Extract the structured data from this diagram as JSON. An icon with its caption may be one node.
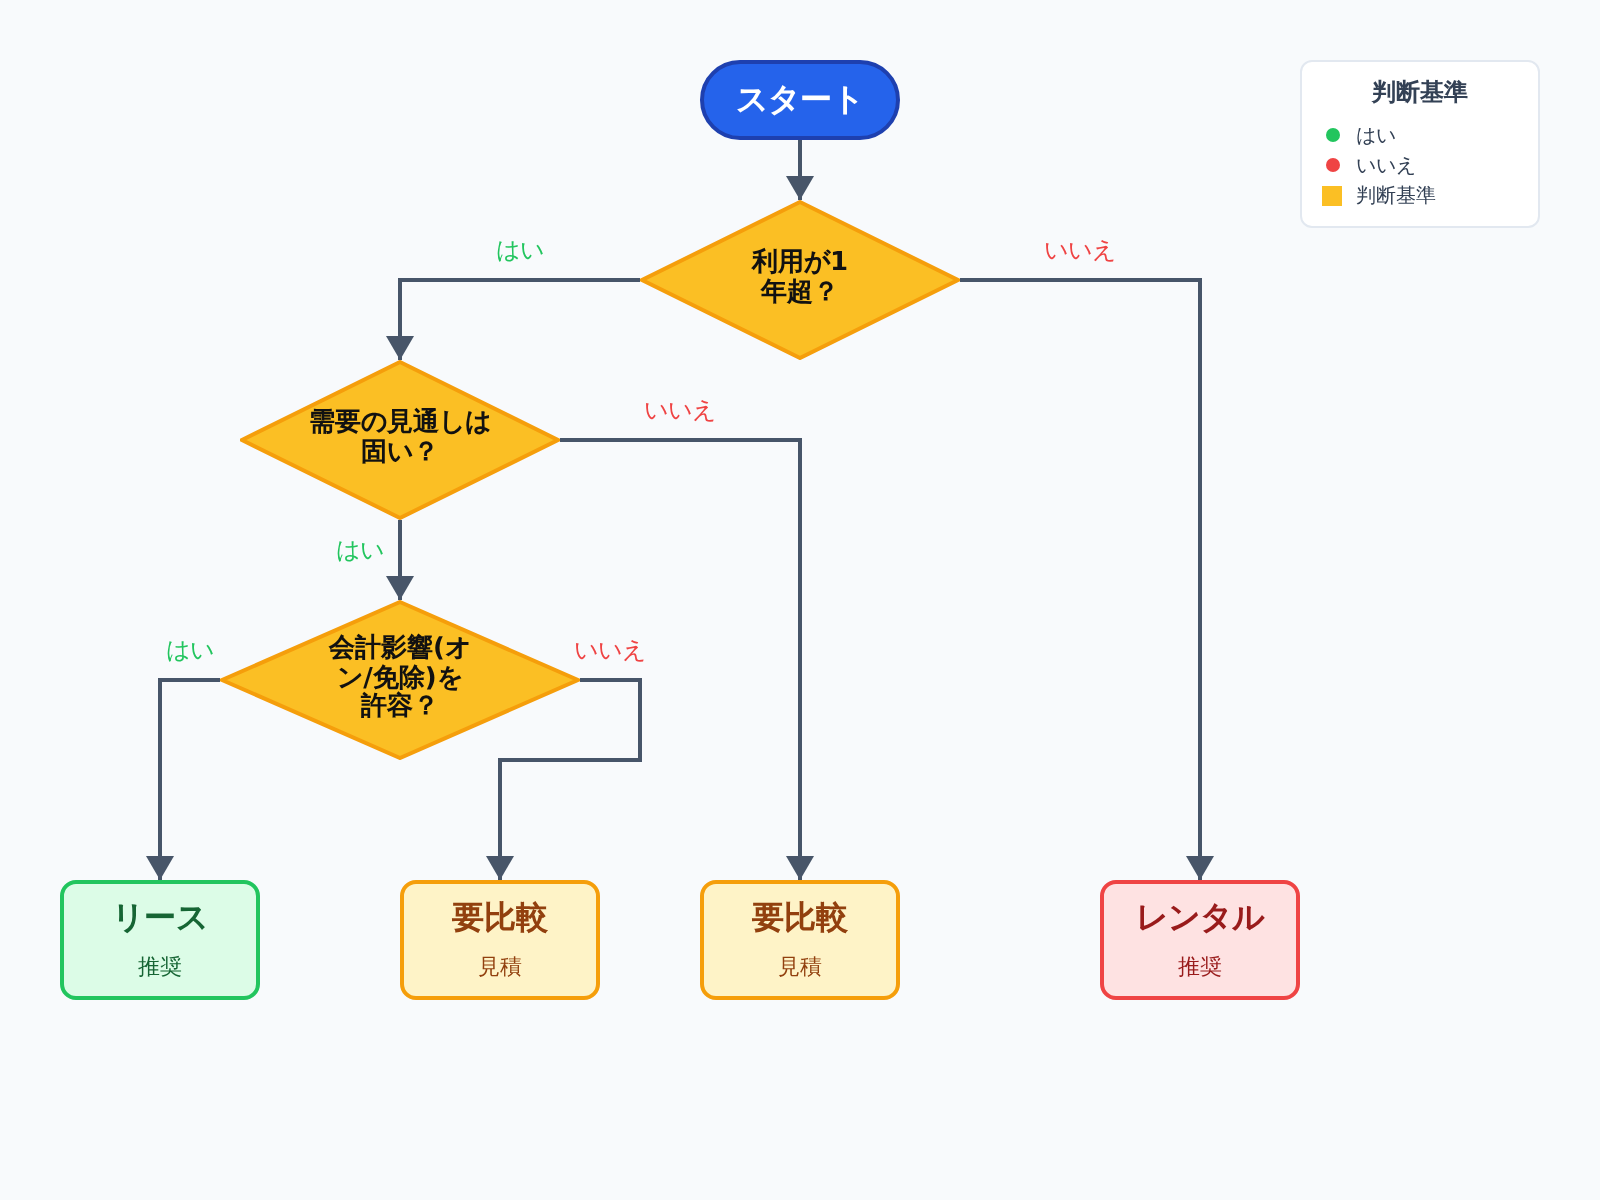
{
  "diagram": {
    "nodes": [
      {
        "text": [
          "スタート"
        ]
      },
      {
        "text": [
          "利用が1年超？"
        ]
      },
      {
        "text": [
          "需要の見通しは固い？"
        ]
      },
      {
        "text": [
          "会計影響(オン/免除)を許容？"
        ]
      },
      {
        "text": [
          "リース",
          "推奨"
        ]
      },
      {
        "text": [
          "要比較",
          "見積"
        ]
      },
      {
        "text": [
          "要比較",
          "見積"
        ]
      },
      {
        "text": [
          "レンタル",
          "推奨"
        ]
      }
    ],
    "edges": [
      {
        "from": 0,
        "to": 1,
        "arrow": "to"
      },
      {
        "from": 1,
        "to": 2,
        "arrow": "to",
        "label": "はい"
      },
      {
        "from": 1,
        "to": 7,
        "arrow": "to",
        "label": "いいえ"
      },
      {
        "from": 2,
        "to": 6,
        "arrow": "to",
        "label": "いいえ"
      },
      {
        "from": 2,
        "to": 3,
        "arrow": "to",
        "label": "はい"
      },
      {
        "from": 3,
        "to": 4,
        "arrow": "to",
        "label": "はい"
      },
      {
        "from": 3,
        "to": 5,
        "arrow": "to",
        "label": "いいえ"
      }
    ],
    "labels": [
      "判断基準"
    ],
    "legend": [
      {
        "text": "はい",
        "color": "#22c55e"
      },
      {
        "text": "いいえ",
        "color": "#ef4444"
      },
      {
        "text": "判断基準",
        "color": "#fbbf24"
      }
    ]
  }
}
